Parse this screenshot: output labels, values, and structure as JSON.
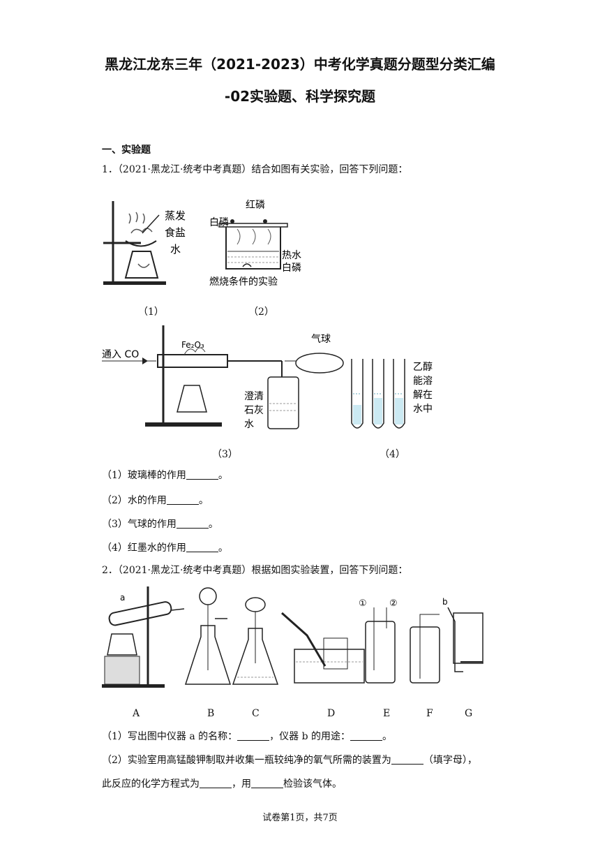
{
  "title_line1": "黑龙江龙东三年（2021-2023）中考化学真题分题型分类汇编",
  "title_line2": "-02实验题、科学探究题",
  "section1": "一、实验题",
  "q1": {
    "stem": "1．（2021·黑龙江·统考中考真题）结合如图有关实验，回答下列问题：",
    "fig1": {
      "label_evap": "蒸发",
      "label_salt": "食盐",
      "label_water": "水",
      "caption": "（1）"
    },
    "fig2": {
      "label_red_p": "红磷",
      "label_white_p": "白磷",
      "label_hot_water": "热水",
      "label_white_p2": "白磷",
      "label_title": "燃烧条件的实验",
      "caption": "（2）"
    },
    "fig3": {
      "label_co": "通入 CO",
      "label_fe": "Fe₂O₃",
      "label_balloon": "气球",
      "label_lime1": "澄清",
      "label_lime2": "石灰",
      "label_lime3": "水",
      "caption": "（3）"
    },
    "fig4": {
      "label_e1": "乙醇",
      "label_e2": "能溶",
      "label_e3": "解在",
      "label_e4": "水中",
      "caption": "（4）"
    },
    "sub1_pre": "（1）玻璃棒的作用",
    "sub1_post": "。",
    "sub2_pre": "（2）水的作用",
    "sub2_post": "。",
    "sub3_pre": "（3）气球的作用",
    "sub3_post": "。",
    "sub4_pre": "（4）红墨水的作用",
    "sub4_post": "。"
  },
  "q2": {
    "stem": "2．（2021·黑龙江·统考中考真题）根据如图实验装置，回答下列问题：",
    "labels": [
      "A",
      "B",
      "C",
      "D",
      "E",
      "F",
      "G"
    ],
    "label_a": "a",
    "label_b": "b",
    "label_c1": "①",
    "label_c2": "②",
    "sub1_pre": "（1）写出图中仪器 a 的名称：",
    "sub1_mid": "，仪器 b 的用途：",
    "sub1_post": "。",
    "sub2_pre": "（2）实验室用高锰酸钾制取并收集一瓶较纯净的氧气所需的装置为",
    "sub2_post": "（填字母），",
    "sub2b_pre": "此反应的化学方程式为",
    "sub2b_mid": "，用",
    "sub2b_post": "检验该气体。"
  },
  "footer": "试卷第1页，共7页"
}
